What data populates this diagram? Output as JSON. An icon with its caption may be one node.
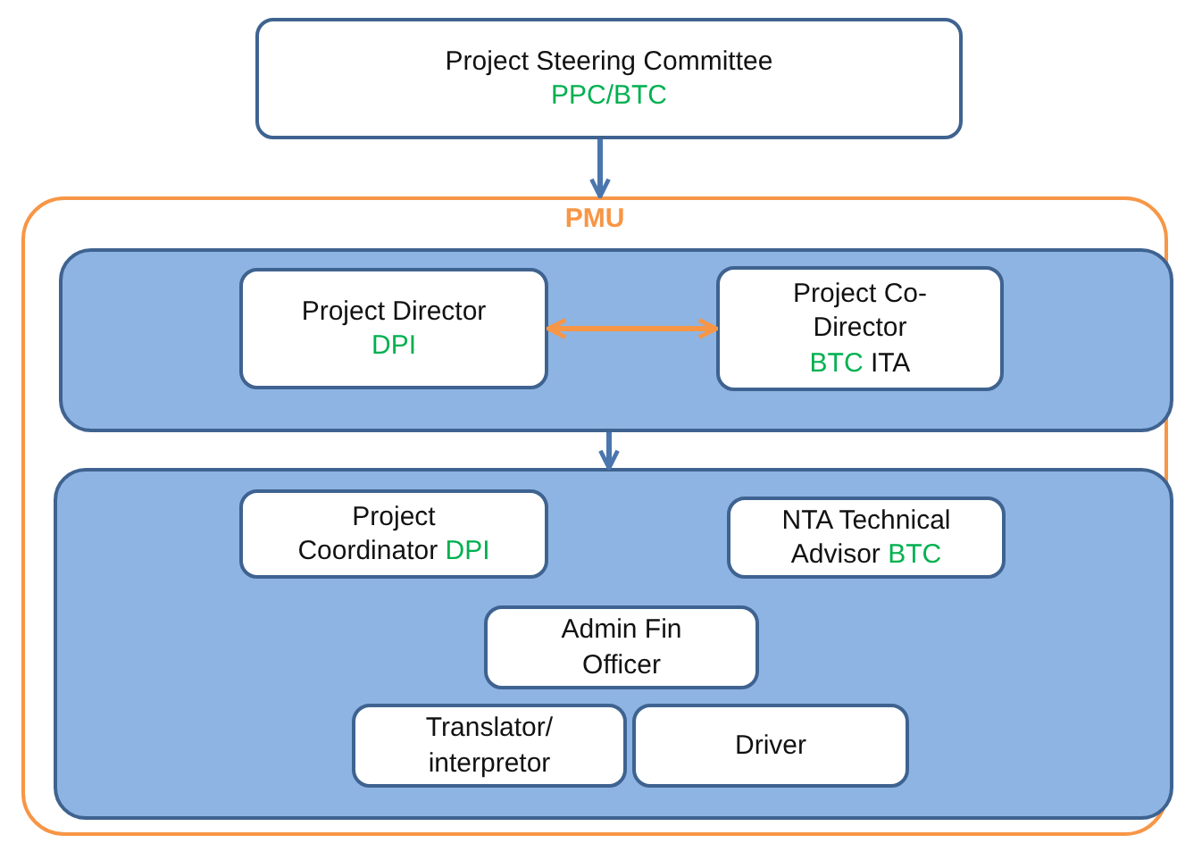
{
  "diagram": {
    "nodes": [
      {
        "text": [
          "Project Steering Committee",
          "PPC/BTC"
        ]
      },
      {
        "text": [
          "PMU"
        ]
      },
      {
        "text": [],
        "shape": "box",
        "in": 1
      },
      {
        "text": [
          "Project Director",
          "DPI"
        ],
        "in": 2
      },
      {
        "text": [
          "Project Co-Director",
          "BTC",
          "ITA"
        ],
        "in": 2
      },
      {
        "text": [],
        "shape": "box",
        "in": 1
      },
      {
        "text": [
          "Project Coordinator",
          "DPI"
        ],
        "in": 5
      },
      {
        "text": [
          "NTA Technical Advisor",
          "BTC"
        ],
        "in": 5
      },
      {
        "text": [
          "Admin Fin Officer"
        ],
        "in": 5
      },
      {
        "text": [
          "Translator/ interpretor"
        ],
        "in": 5
      },
      {
        "text": [
          "Driver"
        ],
        "in": 5
      }
    ],
    "edges": [
      {
        "from": 0,
        "to": 1,
        "arrow": "to"
      },
      {
        "from": 3,
        "to": 4,
        "arrow": "both",
        "color": "#f79646"
      },
      {
        "from": 2,
        "to": 5,
        "arrow": "to"
      }
    ]
  }
}
